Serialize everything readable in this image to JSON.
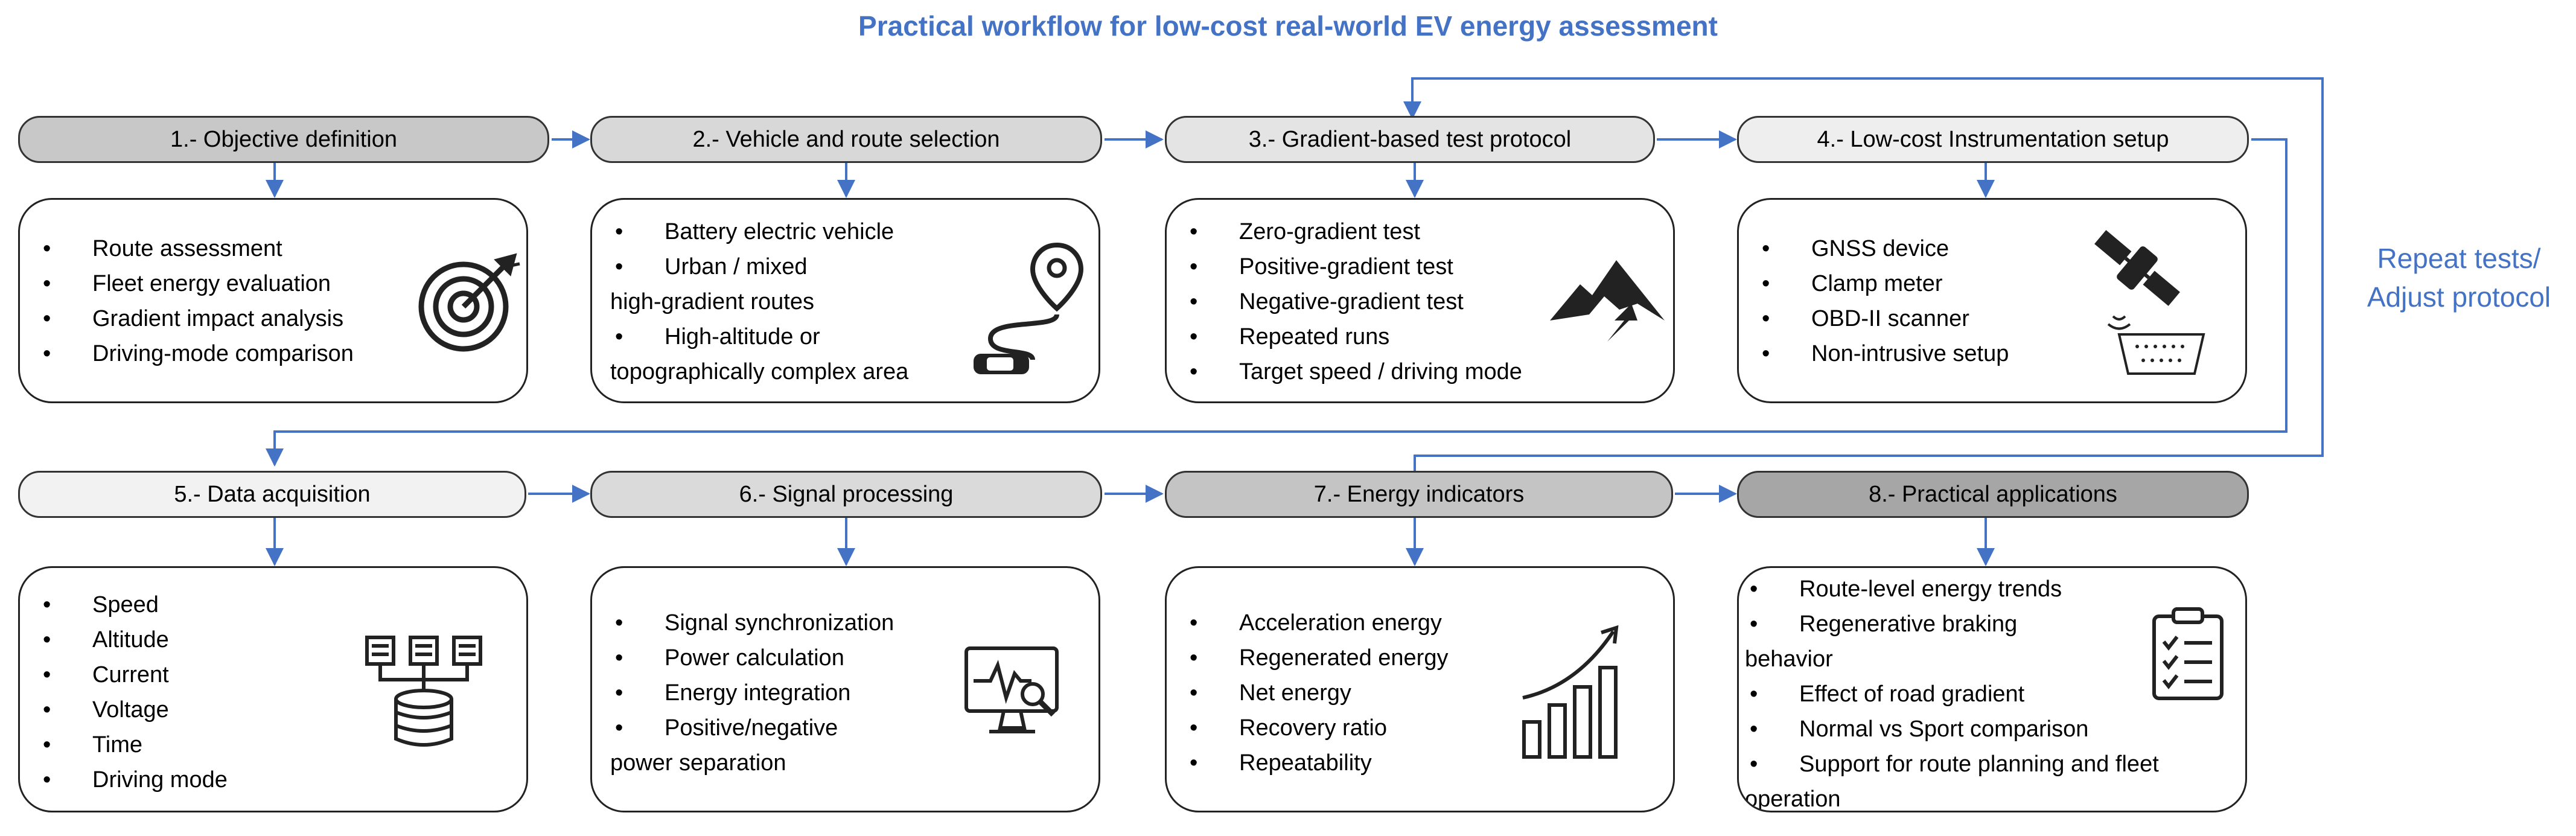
{
  "title": "Practical workflow for low-cost real-world EV energy assessment",
  "feedback": {
    "line1": "Repeat tests/",
    "line2": "Adjust protocol"
  },
  "colors": {
    "accent": "#4472C4",
    "border": "#222222"
  },
  "stages": [
    {
      "label": "1.- Objective definition",
      "fill": "#C8C8C8",
      "icon": "target-icon",
      "items": [
        "Route assessment",
        "Fleet energy evaluation",
        "Gradient impact analysis",
        "Driving-mode comparison"
      ]
    },
    {
      "label": "2.- Vehicle and route selection",
      "fill": "#D8D8D8",
      "icon": "route-car-icon",
      "items": [
        "Battery electric vehicle",
        "Urban / mixed high-gradient routes",
        "High-altitude or topographically complex area"
      ]
    },
    {
      "label": "3.- Gradient-based test protocol",
      "fill": "#E4E4E4",
      "icon": "mountain-icon",
      "items": [
        "Zero-gradient test",
        "Positive-gradient test",
        "Negative-gradient test",
        "Repeated runs",
        "Target speed / driving mode"
      ]
    },
    {
      "label": "4.- Low-cost Instrumentation setup",
      "fill": "#EEEEEE",
      "icon": "satellite-obd-icon",
      "items": [
        "GNSS device",
        "Clamp meter",
        "OBD-II scanner",
        "Non-intrusive setup"
      ]
    },
    {
      "label": "5.- Data acquisition",
      "fill": "#F2F2F2",
      "icon": "database-icon",
      "items": [
        "Speed",
        "Altitude",
        "Current",
        "Voltage",
        "Time",
        "Driving mode"
      ]
    },
    {
      "label": "6.- Signal processing",
      "fill": "#DADADA",
      "icon": "monitor-analysis-icon",
      "items": [
        "Signal synchronization",
        "Power calculation",
        "Energy integration",
        "Positive/negative power separation"
      ]
    },
    {
      "label": "7.- Energy indicators",
      "fill": "#C4C4C4",
      "icon": "growth-chart-icon",
      "items": [
        "Acceleration energy",
        "Regenerated energy",
        "Net energy",
        "Recovery ratio",
        "Repeatability"
      ]
    },
    {
      "label": "8.- Practical applications",
      "fill": "#A6A6A6",
      "icon": "clipboard-checklist-icon",
      "items": [
        "Route-level energy trends",
        "Regenerative braking behavior",
        "Effect of road gradient",
        "Normal vs Sport comparison",
        "Support for route planning and fleet operation"
      ]
    }
  ]
}
